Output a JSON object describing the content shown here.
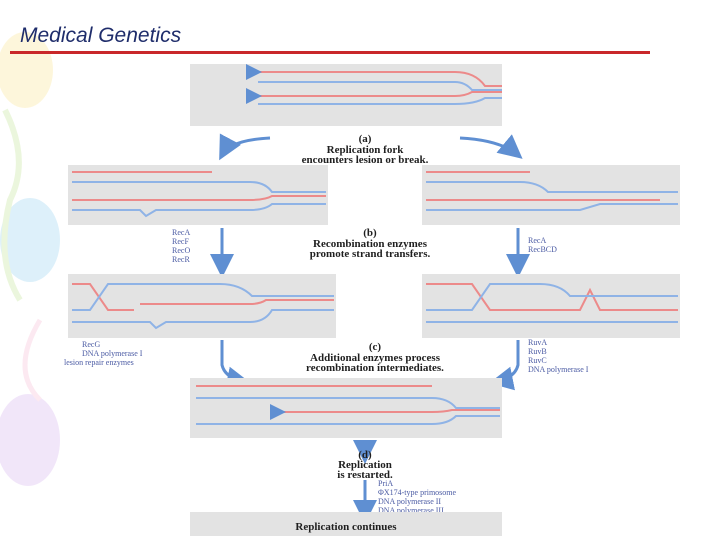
{
  "slide": {
    "title": "Medical Genetics",
    "colors": {
      "title_text": "#1f2d6b",
      "rule": "#c9282a",
      "strand_red": "#ec8a8a",
      "strand_blue": "#8fb3e6",
      "arrow": "#5f8fd2",
      "panel": "#e3e3e3",
      "enzyme_text": "#4a5aa3"
    }
  },
  "diagram": {
    "step_a": {
      "letter": "(a)",
      "line1": "Replication fork",
      "line2": "encounters lesion or break."
    },
    "step_b": {
      "letter": "(b)",
      "line1": "Recombination enzymes",
      "line2": "promote strand transfers."
    },
    "step_c": {
      "letter": "(c)",
      "line1": "Additional enzymes process",
      "line2": "recombination intermediates."
    },
    "step_d": {
      "letter": "(d)",
      "line1": "Replication",
      "line2": "is restarted."
    },
    "final": "Replication continues",
    "enzymes_b_left": [
      "RecA",
      "RecF",
      "RecO",
      "RecR"
    ],
    "enzymes_b_right": [
      "RecA",
      "RecBCD"
    ],
    "enzymes_c_left": [
      "RecG",
      "DNA polymerase I",
      "lesion repair enzymes"
    ],
    "enzymes_c_right": [
      "RuvA",
      "RuvB",
      "RuvC",
      "DNA polymerase I"
    ],
    "enzymes_d": [
      "PriA",
      "ΦX174-type primosome",
      "DNA polymerase II",
      "DNA polymerase III"
    ]
  }
}
